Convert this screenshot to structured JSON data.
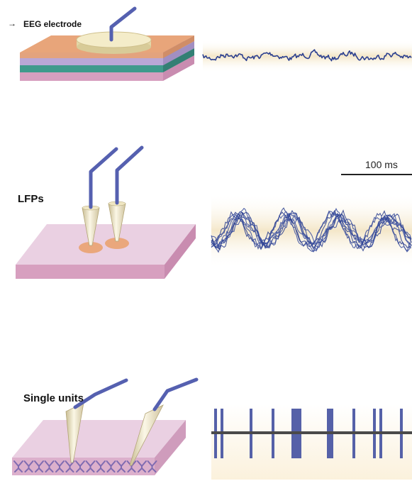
{
  "panels": {
    "eeg": {
      "label": "EEG electrode"
    },
    "lfp": {
      "label": "LFPs"
    },
    "units": {
      "label": "Single units"
    }
  },
  "scale_bar": {
    "label": "100 ms"
  },
  "colors": {
    "trace": "#2b3f8f",
    "electrode_wire": "#5560b0",
    "cortex_top": "#e7c9df",
    "cortex_side": "#d79fbf",
    "eeg_layer_orange": "#e8a57a",
    "eeg_layer_lavender": "#b9a7d6",
    "eeg_layer_teal": "#3f9a8c",
    "electrode_disc": "#f4ecc9",
    "trace_background": "#f7efd9",
    "spike_bar": "#5561a8",
    "spike_baseline": "#4a4a4a",
    "neuron_glyph": "#7f6bb1"
  }
}
